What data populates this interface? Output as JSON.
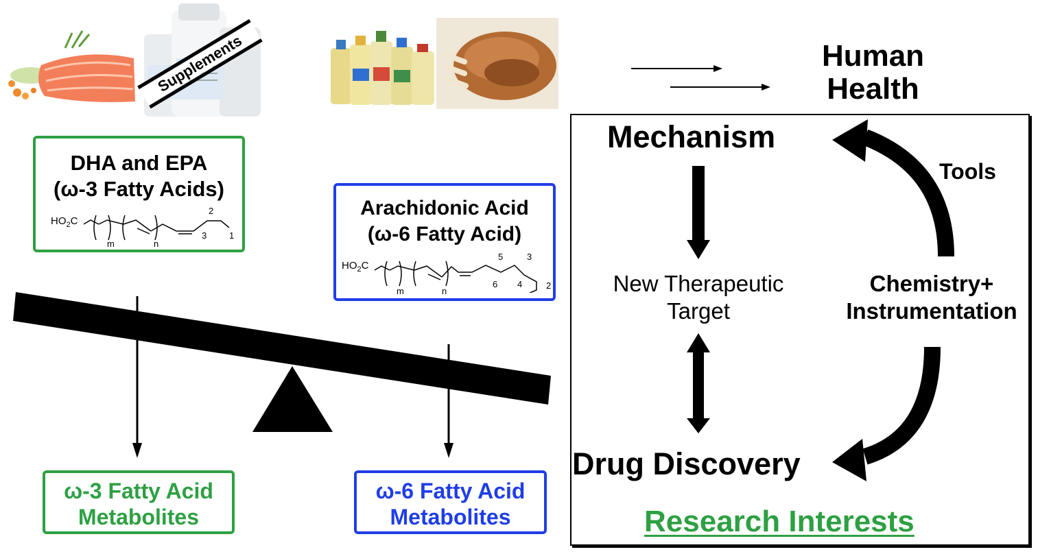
{
  "images": {
    "fish": "salmon-fillet-image",
    "supplements": "supplement-bottles-image",
    "oils": "cooking-oil-bottles-image",
    "meat": "roast-meat-image"
  },
  "supplements_label": "Supplements",
  "omega3_box": {
    "title": "DHA and EPA",
    "subtitle": "(ω-3 Fatty Acids)",
    "formula_prefix": "HO",
    "formula_sub": "2",
    "formula_suffix": "C",
    "index_m": "m",
    "index_n": "n",
    "pos_1": "1",
    "pos_2": "2",
    "pos_3": "3"
  },
  "omega6_box": {
    "title": "Arachidonic Acid",
    "subtitle": "(ω-6 Fatty Acid)",
    "formula_prefix": "HO",
    "formula_sub": "2",
    "formula_suffix": "C",
    "index_m": "m",
    "index_n": "n",
    "pos_2": "2",
    "pos_3": "3",
    "pos_4": "4",
    "pos_5": "5",
    "pos_6": "6"
  },
  "omega3_metabolites": {
    "line1": "ω-3 Fatty Acid",
    "line2": "Metabolites"
  },
  "omega6_metabolites": {
    "line1": "ω-6 Fatty Acid",
    "line2": "Metabolites"
  },
  "human_health": {
    "line1": "Human",
    "line2": "Health"
  },
  "research": {
    "mechanism": "Mechanism",
    "tools": "Tools",
    "target_line1": "New Therapeutic",
    "target_line2": "Target",
    "chem_line1": "Chemistry+",
    "chem_line2": "Instrumentation",
    "drug_discovery": "Drug Discovery",
    "title": "Research Interests"
  },
  "colors": {
    "green": "#2ea043",
    "blue": "#1f3ee6",
    "black": "#000000"
  }
}
